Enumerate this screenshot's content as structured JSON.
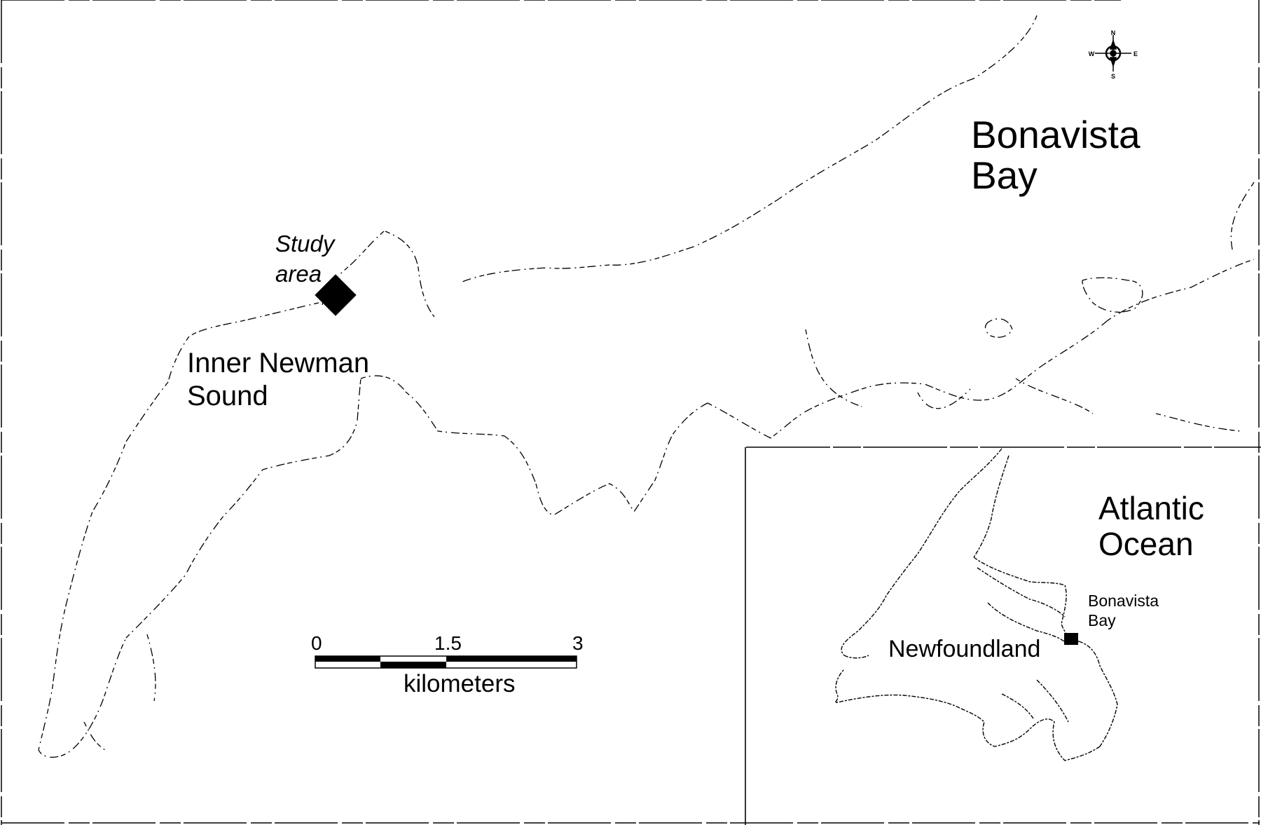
{
  "labels": {
    "bay": "Bonavista\nBay",
    "study_area": "Study\narea",
    "inner_sound": "Inner Newman\nSound",
    "ocean": "Atlantic\nOcean",
    "inset_bay": "Bonavista\nBay",
    "newfoundland": "Newfoundland"
  },
  "scale_bar": {
    "ticks": [
      "0",
      "1.5",
      "3"
    ],
    "units": "kilometers"
  },
  "north_arrow": {
    "n": "N",
    "s": "S",
    "e": "E",
    "w": "W"
  },
  "colors": {
    "background": "#ffffff",
    "ink": "#000000"
  }
}
